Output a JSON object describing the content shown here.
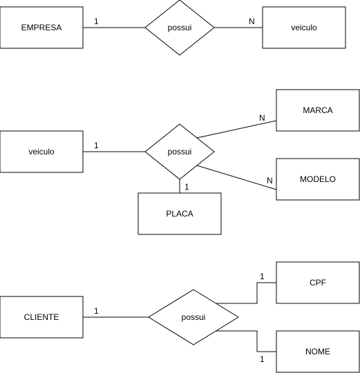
{
  "diagrams": [
    {
      "entities": {
        "left": "EMPRESA",
        "right": "veiculo"
      },
      "relationship": "possui",
      "cardinality": {
        "left": "1",
        "right": "N"
      }
    },
    {
      "entities": {
        "left": "veiculo",
        "top_right": "MARCA",
        "bottom_right": "MODELO",
        "bottom": "PLACA"
      },
      "relationship": "possui",
      "cardinality": {
        "left": "1",
        "top_right": "N",
        "bottom_right": "N",
        "bottom": "1"
      }
    },
    {
      "entities": {
        "left": "CLIENTE",
        "top_right": "CPF",
        "bottom_right": "NOME"
      },
      "relationship": "possui",
      "cardinality": {
        "left": "1",
        "top_right": "1",
        "bottom_right": "1"
      }
    }
  ]
}
